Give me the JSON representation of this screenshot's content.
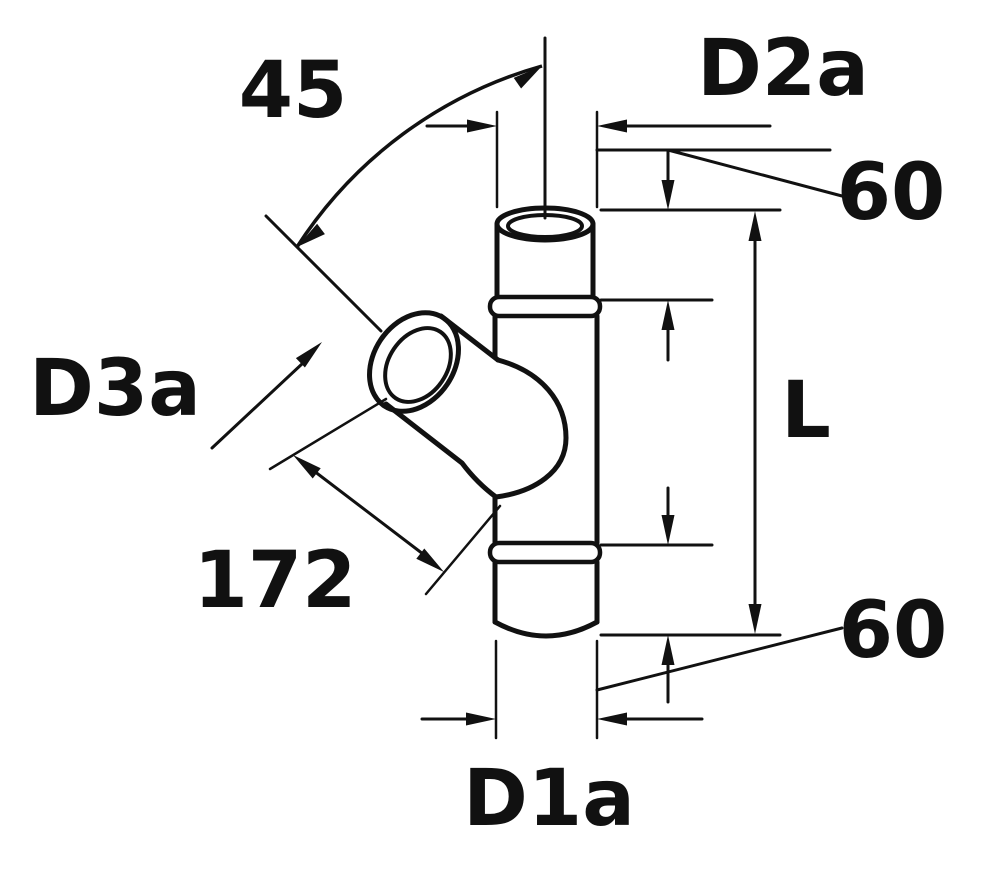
{
  "page": {
    "background": "#ffffff",
    "line_color": "#111111"
  },
  "diagram": {
    "title": "Y-branch pipe fitting dimensional drawing",
    "labels": {
      "branch_angle": "45",
      "top_diameter": "D2a",
      "top_socket_depth": "60",
      "overall_length": "L",
      "bottom_socket_depth": "60",
      "branch_length": "172",
      "branch_diameter": "D3a",
      "bottom_diameter": "D1a"
    }
  }
}
